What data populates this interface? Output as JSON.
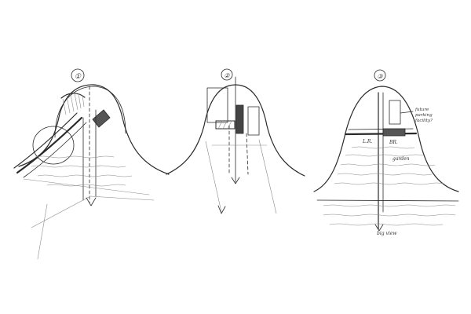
{
  "sketches": [
    {
      "number": "①"
    },
    {
      "number": "②"
    },
    {
      "number": "③",
      "annotation_lines": [
        "future",
        "parking",
        "facility?"
      ],
      "label_left": "L.R.",
      "label_right": "BR.",
      "label_garden": "garden",
      "label_bottom": "big view"
    }
  ],
  "colors": {
    "ink": "#2a2a2a",
    "paper": "#ffffff"
  }
}
